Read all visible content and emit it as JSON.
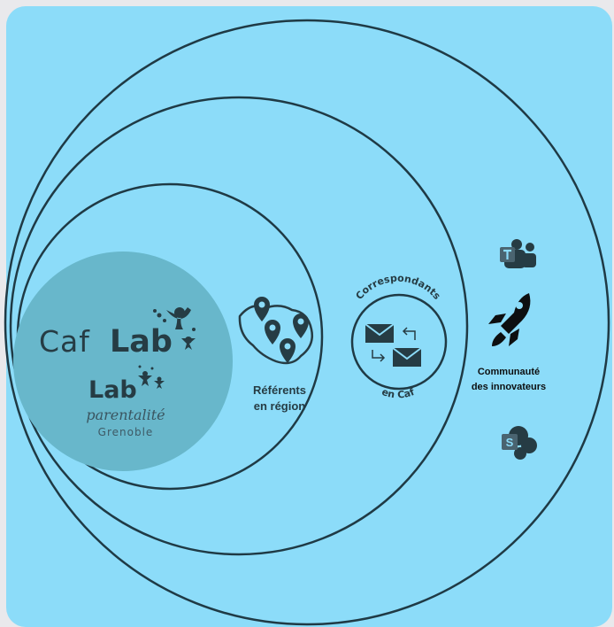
{
  "brand": {
    "caf": "Caf",
    "lab": "Lab",
    "lab2": "Lab",
    "parentalite": "parentalité",
    "city": "Grenoble"
  },
  "referents": {
    "line1": "Référents",
    "line2": "en région"
  },
  "correspondants": {
    "top": "Correspondants",
    "bottom": "en Caf"
  },
  "communaute": {
    "line1": "Communauté",
    "line2": "des innovateurs"
  },
  "colors": {
    "panel": "#8cdcf9",
    "ring": "#1f3a45",
    "labDisc": "#68b7cb",
    "text": "#263c44"
  },
  "icons": [
    "people-icon",
    "map-pins-icon",
    "mail-exchange-icon",
    "teams-icon",
    "rocket-icon",
    "sharepoint-icon"
  ]
}
